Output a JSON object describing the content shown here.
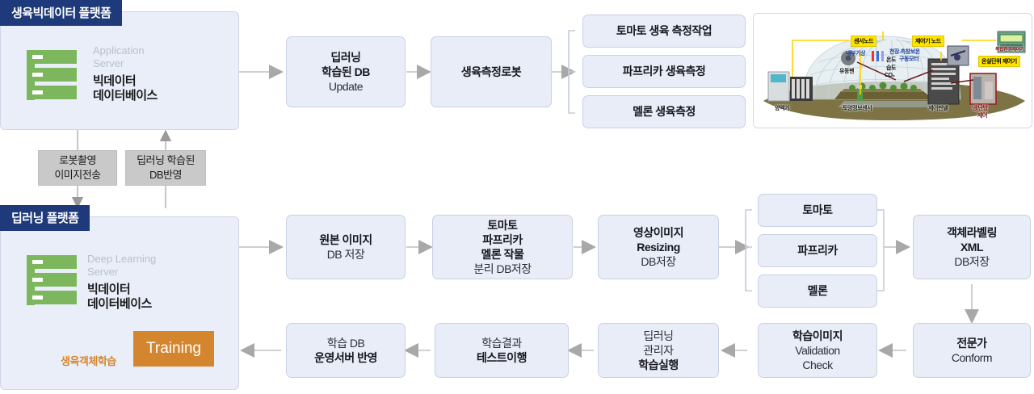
{
  "platforms": [
    {
      "id": "bigdata",
      "title": "생육빅데이터 플랫폼",
      "server": {
        "en_line1": "Application",
        "en_line2": "Server",
        "ko_line1": "빅데이터",
        "ko_line2": "데이터베이스"
      }
    },
    {
      "id": "deeplearning",
      "title": "딥러닝 플랫폼",
      "server": {
        "en_line1": "Deep Learning",
        "en_line2": "Server",
        "ko_line1": "빅데이터",
        "ko_line2": "데이터베이스"
      },
      "training_label": "Training",
      "loop_label": "생육객체학습"
    }
  ],
  "connector_labels": [
    {
      "name": "robot-capture",
      "line1": "로봇촬영",
      "line2": "이미지전송"
    },
    {
      "name": "db-reflect",
      "line1": "딥러닝 학습된",
      "line2": "DB반영"
    }
  ],
  "top_flow": [
    {
      "name": "deeplearning-db-update",
      "lines": [
        "딥러닝",
        "학습된 DB",
        "Update"
      ],
      "bold": [
        true,
        true,
        false
      ]
    },
    {
      "name": "growth-measure-robot",
      "lines": [
        "생육측정로봇"
      ],
      "bold": [
        true
      ]
    }
  ],
  "top_crops": [
    {
      "name": "tomato-measure-task",
      "label": "토마토 생육 측정작업"
    },
    {
      "name": "paprika-measure",
      "label": "파프리카 생육측정"
    },
    {
      "name": "melon-measure",
      "label": "멜론 생육측정"
    }
  ],
  "bottom_flow_row1": [
    {
      "name": "original-image-db",
      "lines": [
        "원본 이미지",
        "DB 저장"
      ],
      "bold": [
        true,
        false
      ]
    },
    {
      "name": "crop-split-db",
      "lines": [
        "토마토",
        "파프리카",
        "멜론 작물",
        "분리 DB저장"
      ],
      "bold": [
        true,
        true,
        true,
        false
      ]
    },
    {
      "name": "image-resizing-db",
      "lines": [
        "영상이미지",
        "Resizing",
        "DB저장"
      ],
      "bold": [
        true,
        true,
        false
      ]
    }
  ],
  "crop_types": [
    {
      "name": "crop-tomato",
      "label": "토마토"
    },
    {
      "name": "crop-paprika",
      "label": "파프리카"
    },
    {
      "name": "crop-melon",
      "label": "멜론"
    }
  ],
  "labeling_box": {
    "name": "object-labeling-xml",
    "lines": [
      "객체라벨링",
      "XML",
      "DB저장"
    ],
    "bold": [
      true,
      true,
      false
    ]
  },
  "bottom_flow_row2": [
    {
      "name": "expert-conform",
      "lines": [
        "전문가",
        "Conform"
      ],
      "bold": [
        true,
        false
      ]
    },
    {
      "name": "training-image-validation",
      "lines": [
        "학습이미지",
        "Validation",
        "Check"
      ],
      "bold": [
        true,
        false,
        false
      ]
    },
    {
      "name": "deeplearning-manager-run",
      "lines": [
        "딥러닝",
        "관리자",
        "학습실행"
      ],
      "bold": [
        false,
        false,
        true
      ]
    },
    {
      "name": "training-result-test",
      "lines": [
        "학습결과",
        "테스트이행"
      ],
      "bold": [
        false,
        true
      ]
    },
    {
      "name": "training-db-deploy",
      "lines": [
        "학습 DB",
        "운영서버 반영"
      ],
      "bold": [
        false,
        true
      ]
    }
  ],
  "greenhouse": {
    "name": "greenhouse-iot-illustration",
    "tags": [
      {
        "name": "sensor-node-tag",
        "text": "센서노드"
      },
      {
        "name": "controller-node-tag",
        "text": "제어기 노드"
      },
      {
        "name": "greenhouse-unit-controller-tag",
        "text": "온실단위 제어기"
      }
    ],
    "blue_labels": [
      {
        "name": "internal-weather-label",
        "text": "내부기상"
      },
      {
        "name": "ceiling-insulation-motor-label",
        "text": "천장.측창보온"
      },
      {
        "name": "drive-motor-label",
        "text": "구동모터"
      },
      {
        "name": "temperature-label",
        "text": "온도"
      },
      {
        "name": "humidity-label",
        "text": "습도"
      },
      {
        "name": "co2-label",
        "text": "CO₂"
      }
    ],
    "captions": [
      {
        "name": "nutrient-supply-caption",
        "text": "양액기"
      },
      {
        "name": "soil-sensor-caption",
        "text": "토양정보센서"
      },
      {
        "name": "circulation-fan-caption",
        "text": "유동팬"
      },
      {
        "name": "control-panel-caption",
        "text": "제어판넬"
      },
      {
        "name": "hvac-control-caption-line1",
        "text": "냉/난방"
      },
      {
        "name": "hvac-control-caption-line2",
        "text": "제어"
      },
      {
        "name": "device-screen-caption",
        "text": "복합환경제어기"
      }
    ]
  },
  "colors": {
    "panel_bg": "#eaeef8",
    "panel_title_bg": "#1f3a7a",
    "box_bg": "#e9edf8",
    "box_border": "#c8d0e4",
    "gray_label_bg": "#c9c9c9",
    "training_bg": "#d4862f",
    "server_green": "#7cb75e",
    "arrow_gray": "#a8a8a8",
    "loop_arrow": "#4a5a66"
  }
}
